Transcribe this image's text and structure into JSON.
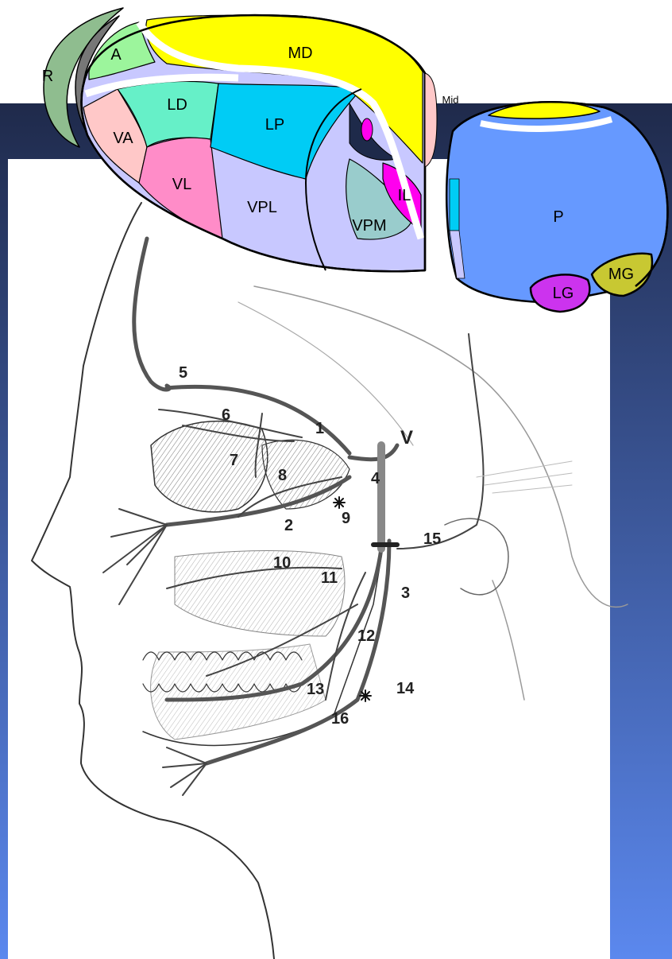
{
  "background": {
    "top_color": "#1f2a4b",
    "bottom_color": "#5b88ee",
    "panel_color": "#ffffff"
  },
  "thalamus_lateral": {
    "labels": {
      "R": "R",
      "A": "A",
      "MD": "MD",
      "LD": "LD",
      "LP": "LP",
      "VA": "VA",
      "VL": "VL",
      "VPL": "VPL",
      "VPM": "VPM",
      "IL": "IL",
      "Mid": "Mid"
    },
    "colors": {
      "R": "#8fbd8f",
      "R_inner": "#777777",
      "A": "#9cf59c",
      "MD": "#ffff00",
      "LD": "#66f0c8",
      "LP": "#00ccf5",
      "VA": "#ffc8c8",
      "VL": "#ff8cc8",
      "VPL": "#c8c8ff",
      "VPM": "#99cccc",
      "IL": "#ff00ee",
      "Mid": "#ffc8c8",
      "dark": "#1e2a4a"
    }
  },
  "thalamus_coronal": {
    "labels": {
      "P": "P",
      "MG": "MG",
      "LG": "LG"
    },
    "colors": {
      "P": "#6699ff",
      "MG": "#c8c832",
      "LG": "#cc33ee",
      "top": "#ffff00",
      "side": "#00ccf5",
      "lower": "#c8c8ff"
    }
  },
  "face_diagram": {
    "labels": {
      "n1": "1",
      "n2": "2",
      "n3": "3",
      "n4": "4",
      "n5": "5",
      "n6": "6",
      "n7": "7",
      "n8": "8",
      "n9": "9",
      "n10": "10",
      "n11": "11",
      "n12": "12",
      "n13": "13",
      "n14": "14",
      "n15": "15",
      "n16": "16",
      "V": "V"
    }
  }
}
